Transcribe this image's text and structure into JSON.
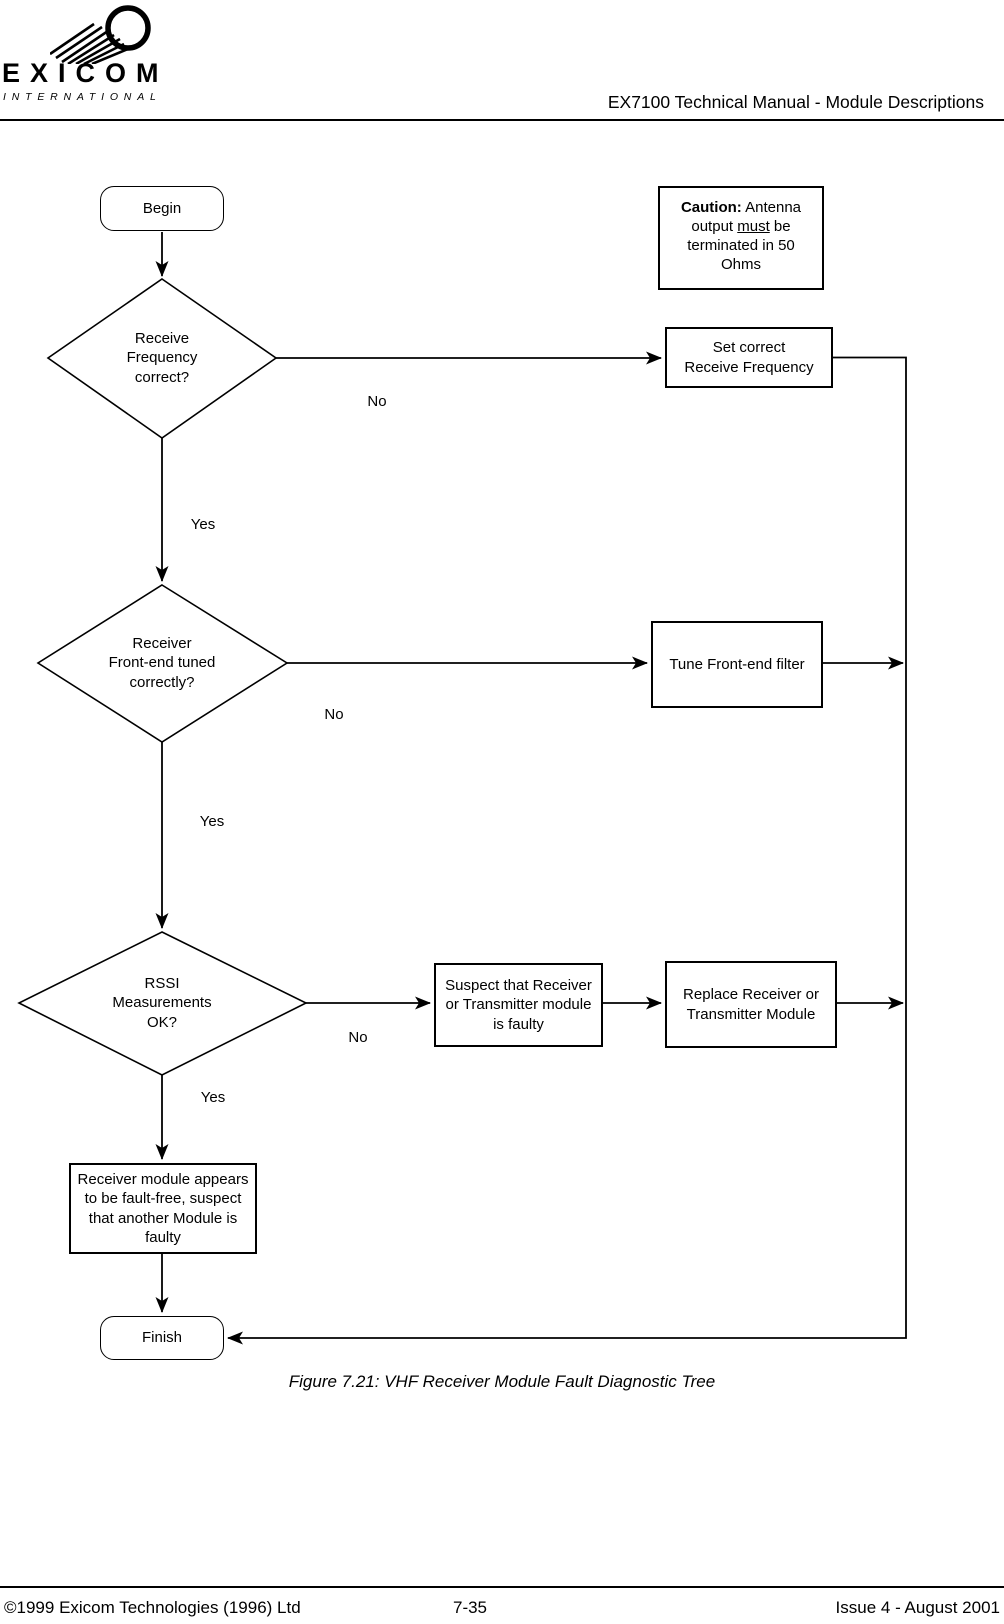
{
  "header": {
    "logo_name": "EXICOM",
    "logo_subname": "INTERNATIONAL",
    "title": "EX7100 Technical Manual - Module Descriptions"
  },
  "flowchart": {
    "nodes": {
      "begin": "Begin",
      "caution_bold": "Caution:",
      "caution_t1": " Antenna output ",
      "caution_underlined": "must",
      "caution_t2": " be terminated in 50 Ohms",
      "d1": "Receive\nFrequency\ncorrect?",
      "set_correct": "Set correct\nReceive Frequency",
      "d2": "Receiver\nFront-end tuned\ncorrectly?",
      "tune": "Tune Front-end filter",
      "d3": "RSSI\nMeasurements\nOK?",
      "suspect": "Suspect that Receiver\nor Transmitter module\nis faulty",
      "replace": "Replace Receiver or\nTransmitter Module",
      "fault_free": "Receiver module appears\nto be fault-free, suspect\nthat another Module is\nfaulty",
      "finish": "Finish"
    },
    "labels": {
      "yes": "Yes",
      "no": "No"
    }
  },
  "caption": "Figure 7.21: VHF Receiver Module Fault Diagnostic Tree",
  "footer": {
    "copyright": "©1999 Exicom Technologies (1996) Ltd",
    "page_number": "7-35",
    "issue": "Issue 4 - August 2001"
  }
}
